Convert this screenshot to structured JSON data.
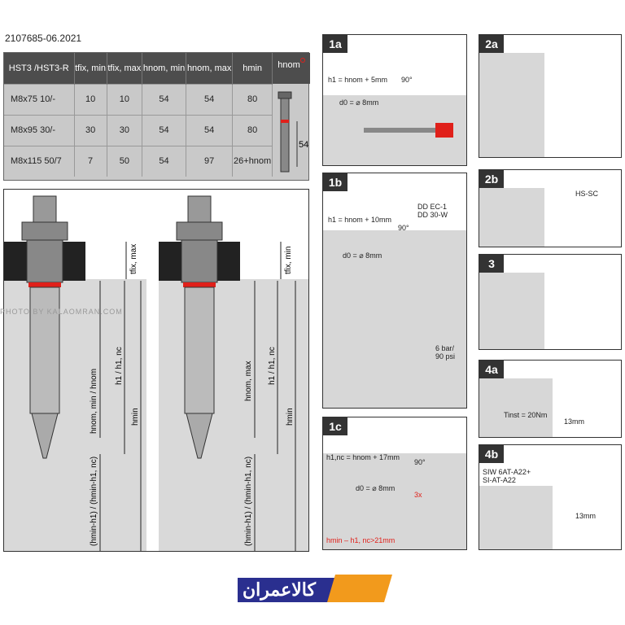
{
  "document": {
    "id": "2107685-06.2021"
  },
  "table": {
    "headers": [
      "HST3 /HST3-R",
      "tfix, min",
      "tfix, max",
      "hnom, min",
      "hnom, max",
      "hmin",
      "hnom"
    ],
    "rows": [
      [
        "M8x75 10/-",
        "10",
        "10",
        "54",
        "54",
        "80"
      ],
      [
        "M8x95 30/-",
        "30",
        "30",
        "54",
        "54",
        "80"
      ],
      [
        "M8x115 50/7",
        "7",
        "50",
        "54",
        "97",
        "26+hnom"
      ]
    ],
    "hnom_value": "54"
  },
  "main_diagram": {
    "left_labels": [
      "tfix, max",
      "hnom, min / hnom",
      "h1 / h1, nc",
      "hmin",
      "(hmin-h1) / (hmin-h1, nc)"
    ],
    "right_labels": [
      "tfix, min",
      "hnom, max",
      "h1 / h1, nc",
      "hmin",
      "(hmin-h1) / (hmin-h1, nc)"
    ]
  },
  "panels": {
    "p1a": {
      "tag": "1a",
      "h1": "h1 = hnom + 5mm",
      "d0": "d0 = ⌀ 8mm",
      "angle": "90°"
    },
    "p1b": {
      "tag": "1b",
      "h1": "h1 = hnom + 10mm",
      "d0": "d0 = ⌀ 8mm",
      "angle": "90°",
      "tool": "DD EC-1\nDD 30-W",
      "pressure": "6 bar/\n90 psi"
    },
    "p1c": {
      "tag": "1c",
      "h1": "h1,nc = hnom + 17mm",
      "d0": "d0 = ⌀ 8mm",
      "angle": "90°",
      "repeat": "3x",
      "min": "hmin – h1, nc>21mm"
    },
    "p2a": {
      "tag": "2a"
    },
    "p2b": {
      "tag": "2b",
      "tool": "HS-SC"
    },
    "p3": {
      "tag": "3"
    },
    "p4a": {
      "tag": "4a",
      "torque": "Tinst = 20Nm",
      "size": "13mm"
    },
    "p4b": {
      "tag": "4b",
      "tool": "SIW 6AT-A22+\nSI-AT-A22",
      "size": "13mm"
    }
  },
  "watermark": "PHOTO BY KALAOMRAN.COM",
  "logo": {
    "text": "کالاعمران"
  },
  "colors": {
    "accent": "#e0201a",
    "dark": "#333333",
    "concrete": "#d7d7d7",
    "logo_blue": "#2a2f8f",
    "logo_orange": "#f29a1c"
  }
}
